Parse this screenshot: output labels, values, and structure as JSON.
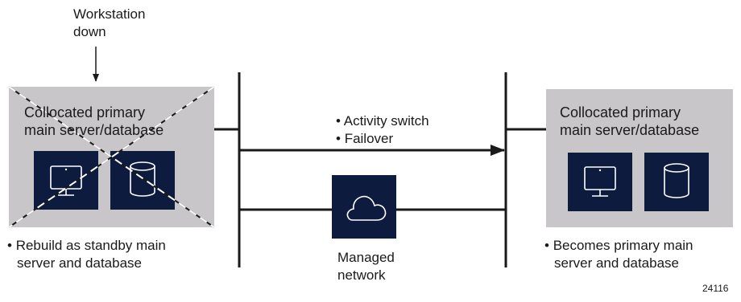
{
  "annotation": {
    "workstation_line1": "Workstation",
    "workstation_line2": "down"
  },
  "left_server": {
    "title_line1": "Collocated primary",
    "title_line2": "main server/database",
    "note_line1": "Rebuild as standby main",
    "note_line2": "server and database",
    "status": "down (crossed out)"
  },
  "right_server": {
    "title_line1": "Collocated primary",
    "title_line2": "main server/database",
    "note_line1": "Becomes primary main",
    "note_line2": "server and database"
  },
  "center": {
    "bullets": [
      "Activity switch",
      "Failover"
    ],
    "network_line1": "Managed",
    "network_line2": "network"
  },
  "icons": {
    "workstation": "monitor-icon",
    "database": "database-icon",
    "network": "cloud-icon"
  },
  "colors": {
    "box_fill": "#c8c6c9",
    "icon_tile": "#0d1b3e",
    "line": "#1a1a1a"
  },
  "figure_number": "24116"
}
